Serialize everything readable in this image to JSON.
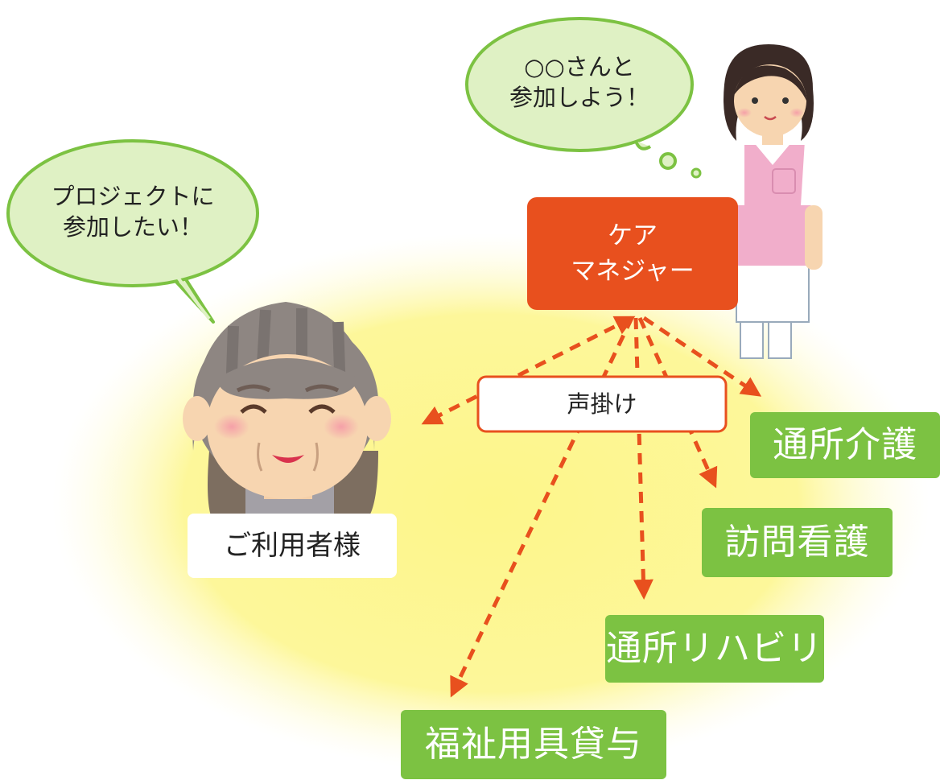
{
  "colors": {
    "glow": "#fdf68a",
    "service_green": "#7cc242",
    "caremanager_orange": "#e8501e",
    "arrow_orange": "#e8501e",
    "bubble_fill": "#dff1c4",
    "bubble_stroke": "#7cc242"
  },
  "care_manager_label": [
    "ケア",
    "マネジャー"
  ],
  "speech_user": [
    "プロジェクトに",
    "参加したい！"
  ],
  "speech_cm": [
    "○○さんと",
    "参加しよう！"
  ],
  "call_label": "声掛け",
  "user_label": "ご利用者様",
  "services": {
    "day_care": "通所介護",
    "home_nursing": "訪問看護",
    "day_rehab": "通所リハビリ",
    "equipment_rental": "福祉用具貸与"
  },
  "icons": {
    "user": "elderly-woman-icon",
    "care_manager": "nurse-icon"
  }
}
